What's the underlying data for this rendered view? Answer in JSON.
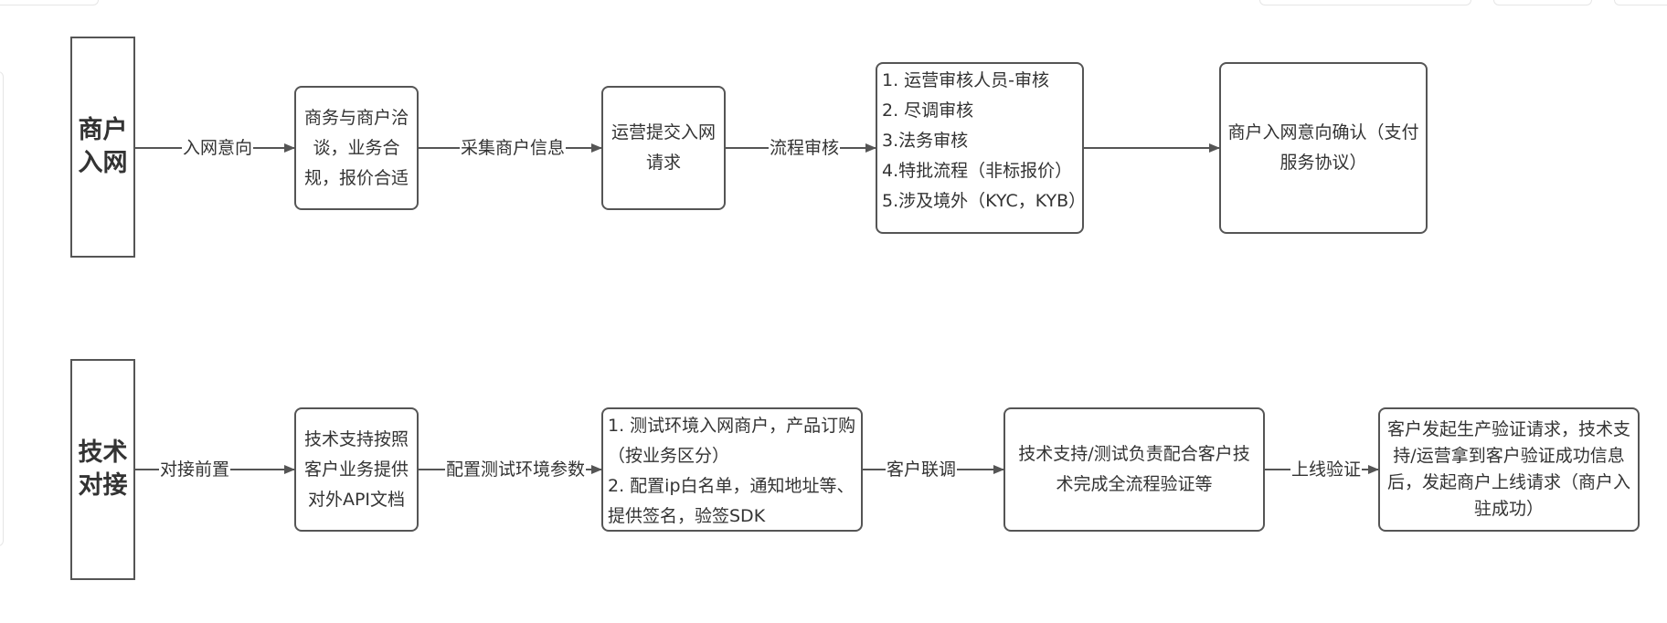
{
  "lanes": {
    "merchant": {
      "label": "商户入网"
    },
    "tech": {
      "label": "技术对接"
    }
  },
  "nodes": {
    "n1": "商务与商户洽谈，业务合规，报价合适",
    "n2": "运营提交入网请求",
    "n3": "1. 运营审核人员-审核\n2. 尽调审核\n3.法务审核\n4.特批流程（非标报价）\n5.涉及境外（KYC，KYB）",
    "n4": "商户入网意向确认（支付服务协议）",
    "t1": "技术支持按照客户业务提供对外API文档",
    "t2": "1. 测试环境入网商户，产品订购（按业务区分）\n2. 配置ip白名单，通知地址等、提供签名，验签SDK",
    "t3": "技术支持/测试负责配合客户技术完成全流程验证等",
    "t4": "客户发起生产验证请求，技术支持/运营拿到客户验证成功信息后，发起商户上线请求（商户入驻成功）"
  },
  "edges": {
    "e1": "入网意向",
    "e2": "采集商户信息",
    "e3": "流程审核",
    "f1": "对接前置",
    "f2": "配置测试环境参数",
    "f3": "客户联调",
    "f4": "上线验证"
  },
  "colors": {
    "stroke": "#555555",
    "text": "#333333",
    "background": "#ffffff"
  }
}
